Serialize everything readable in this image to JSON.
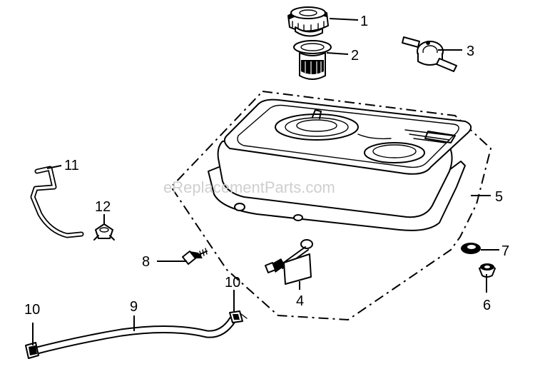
{
  "watermark": "eReplacementParts.com",
  "callouts": {
    "c1": "1",
    "c2": "2",
    "c3": "3",
    "c4": "4",
    "c5": "5",
    "c6": "6",
    "c7": "7",
    "c8": "8",
    "c9": "9",
    "c10a": "10",
    "c10b": "10",
    "c11": "11",
    "c12": "12"
  }
}
